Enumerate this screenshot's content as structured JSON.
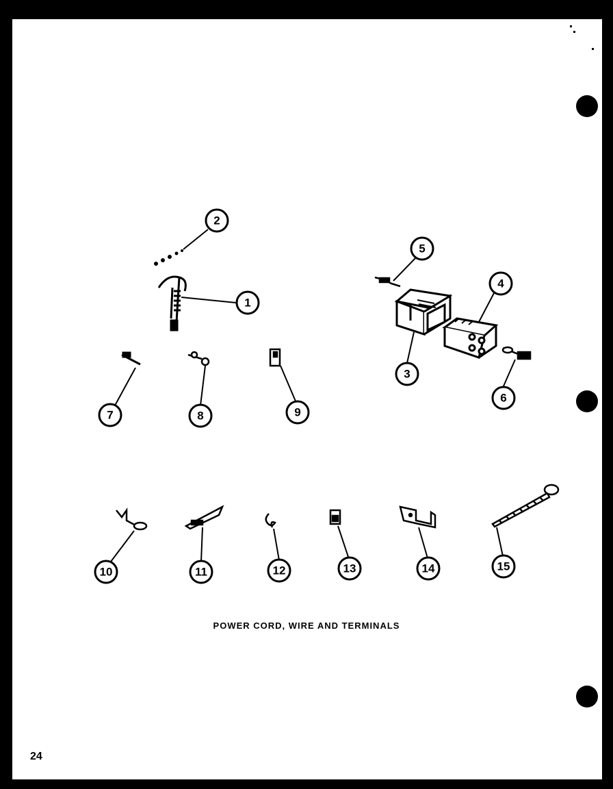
{
  "caption": "POWER CORD, WIRE AND TERMINALS",
  "page_number": "24",
  "callouts": [
    "1",
    "2",
    "3",
    "4",
    "5",
    "6",
    "7",
    "8",
    "9",
    "10",
    "11",
    "12",
    "13",
    "14",
    "15"
  ],
  "colors": {
    "ink": "#000000",
    "paper": "#ffffff"
  }
}
